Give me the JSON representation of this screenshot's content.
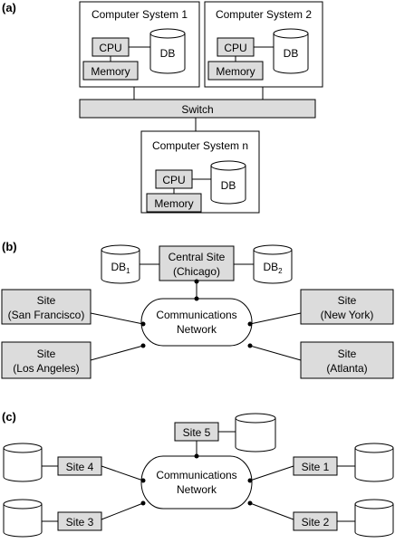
{
  "panel_a": {
    "label": "(a)",
    "system1": {
      "title": "Computer System 1",
      "cpu": "CPU",
      "memory": "Memory",
      "db": "DB"
    },
    "system2": {
      "title": "Computer System 2",
      "cpu": "CPU",
      "memory": "Memory",
      "db": "DB"
    },
    "switch": "Switch",
    "systemn": {
      "title": "Computer System n",
      "cpu": "CPU",
      "memory": "Memory",
      "db": "DB"
    }
  },
  "panel_b": {
    "label": "(b)",
    "central_line1": "Central Site",
    "central_line2": "(Chicago)",
    "db1": {
      "base": "DB",
      "sub": "1"
    },
    "db2": {
      "base": "DB",
      "sub": "2"
    },
    "network_line1": "Communications",
    "network_line2": "Network",
    "sf": {
      "line1": "Site",
      "line2": "(San Francisco)"
    },
    "ny": {
      "line1": "Site",
      "line2": "(New York)"
    },
    "la": {
      "line1": "Site",
      "line2": "(Los Angeles)"
    },
    "atl": {
      "line1": "Site",
      "line2": "(Atlanta)"
    }
  },
  "panel_c": {
    "label": "(c)",
    "site5": "Site 5",
    "site4": "Site 4",
    "site1": "Site 1",
    "site3": "Site 3",
    "site2": "Site 2",
    "network_line1": "Communications",
    "network_line2": "Network"
  },
  "colors": {
    "box_fill": "#dcdcdc",
    "stroke": "#000000",
    "background": "#ffffff"
  }
}
